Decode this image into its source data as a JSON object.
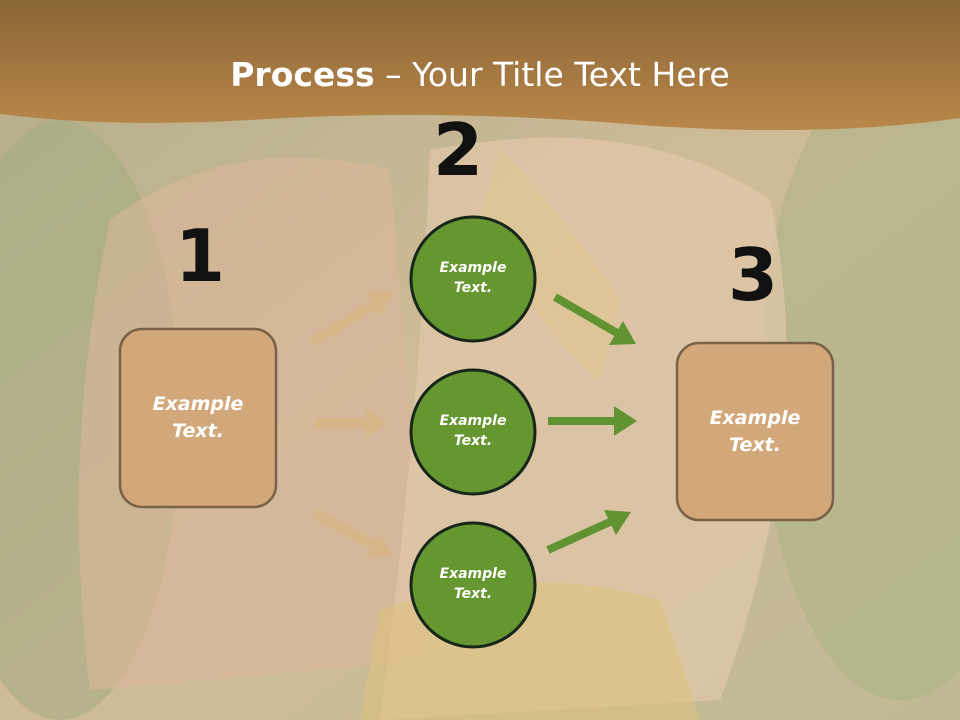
{
  "title": {
    "strong": "Process",
    "rest": " – Your Title Text Here"
  },
  "steps": {
    "one": "1",
    "two": "2",
    "three": "3"
  },
  "boxes": {
    "left": "Example\nText.",
    "right": "Example\nText."
  },
  "circles": [
    "Example\nText.",
    "Example\nText.",
    "Example\nText."
  ],
  "colors": {
    "banner": "#ad7d3f",
    "box_fill": "#d2a87a",
    "box_border": "#7a6148",
    "circle_fill": "#66962f",
    "circle_border": "#16261a",
    "arrow_tan": "#d6b589",
    "arrow_green": "#629332"
  }
}
